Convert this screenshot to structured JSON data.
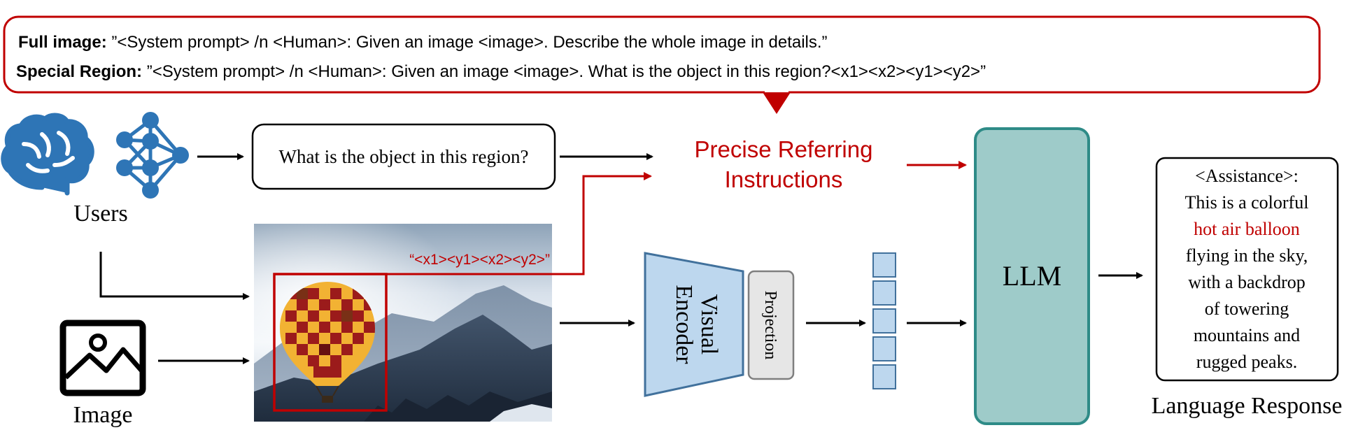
{
  "prompt_box": {
    "line1_label": "Full image:",
    "line1_text": " ”<System prompt> /n <Human>: Given an image <image>. Describe the whole image in details.”",
    "line2_label": "Special Region:",
    "line2_text": " ”<System prompt> /n <Human>: Given an image <image>. What is the object in this region?<x1><x2><y1><y2>”"
  },
  "users": {
    "label": "Users",
    "icons": [
      "brain-icon",
      "neural-network-icon"
    ]
  },
  "question_box": {
    "text": "What is the object in this region?"
  },
  "image_input": {
    "label": "Image",
    "icon": "image-icon"
  },
  "region_coords": "“<x1><y1><x2><y2>”",
  "referring": {
    "line1": "Precise Referring",
    "line2": "Instructions"
  },
  "encoder": {
    "line1": "Visual",
    "line2": "Encoder"
  },
  "projection": {
    "label": "Projection"
  },
  "token_count": 5,
  "llm": {
    "label": "LLM"
  },
  "response": {
    "lines": [
      "<Assistance>:",
      "This is a colorful",
      "hot air balloon",
      "flying in the sky,",
      "with a backdrop",
      "of towering",
      "mountains and",
      "rugged peaks."
    ],
    "highlight_index": 2,
    "caption": "Language Response"
  },
  "colors": {
    "accent_red": "#c00000",
    "encoder_fill": "#bdd7ee",
    "encoder_stroke": "#41719c",
    "llm_fill": "#9ecbc9",
    "llm_stroke": "#2e8b87",
    "icon_blue": "#2e75b6",
    "projection_fill": "#e6e6e6"
  }
}
